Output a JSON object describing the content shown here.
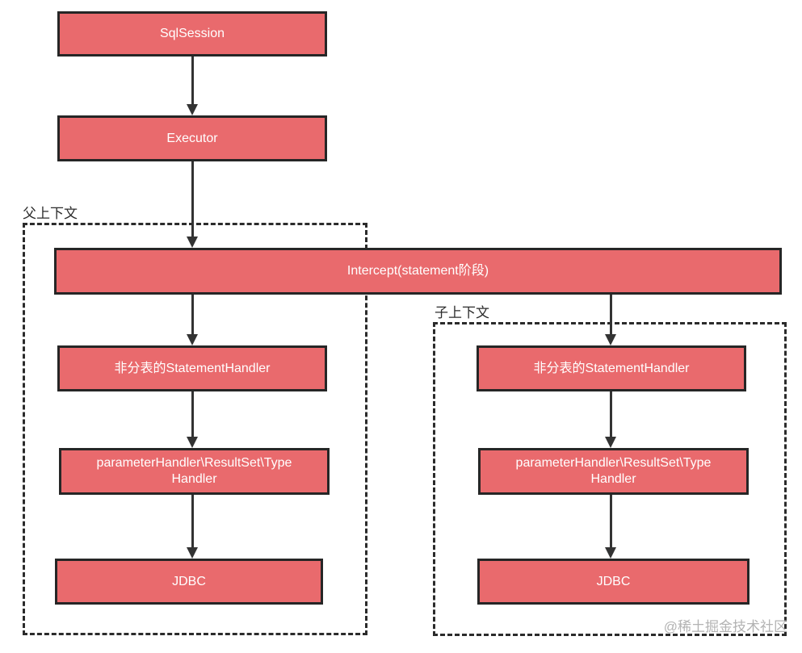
{
  "colors": {
    "node_fill": "#e96a6d",
    "node_border": "#262626",
    "node_text": "#ffffff",
    "dashed_border": "#2b2b2b",
    "arrow": "#333333",
    "context_label_text": "#2b2b2b",
    "watermark_text": "#b3b3b3",
    "background": "#ffffff"
  },
  "diagram_type": "flowchart",
  "nodes": {
    "sqlsession": {
      "label": "SqlSession"
    },
    "executor": {
      "label": "Executor"
    },
    "intercept": {
      "label": "Intercept(statement阶段)"
    },
    "parent_statement_handler": {
      "label": "非分表的StatementHandler"
    },
    "parent_param_handler": {
      "lines": [
        "parameterHandler\\ResultSet\\Type",
        "Handler"
      ]
    },
    "parent_jdbc": {
      "label": "JDBC"
    },
    "child_statement_handler": {
      "label": "非分表的StatementHandler"
    },
    "child_param_handler": {
      "lines": [
        "parameterHandler\\ResultSet\\Type",
        "Handler"
      ]
    },
    "child_jdbc": {
      "label": "JDBC"
    }
  },
  "contexts": {
    "parent": {
      "label": "父上下文"
    },
    "child": {
      "label": "子上下文"
    }
  },
  "edges": [
    "SqlSession→Executor",
    "Executor→Intercept(statement阶段)",
    "Intercept(statement阶段)→父上下文.非分表的StatementHandler",
    "Intercept(statement阶段)→子上下文.非分表的StatementHandler",
    "父上下文.非分表的StatementHandler→父上下文.parameterHandler\\ResultSet\\TypeHandler",
    "子上下文.非分表的StatementHandler→子上下文.parameterHandler\\ResultSet\\TypeHandler",
    "父上下文.parameterHandler\\ResultSet\\TypeHandler→父上下文.JDBC",
    "子上下文.parameterHandler\\ResultSet\\TypeHandler→子上下文.JDBC"
  ],
  "watermark": {
    "text": "@稀土掘金技术社区"
  }
}
